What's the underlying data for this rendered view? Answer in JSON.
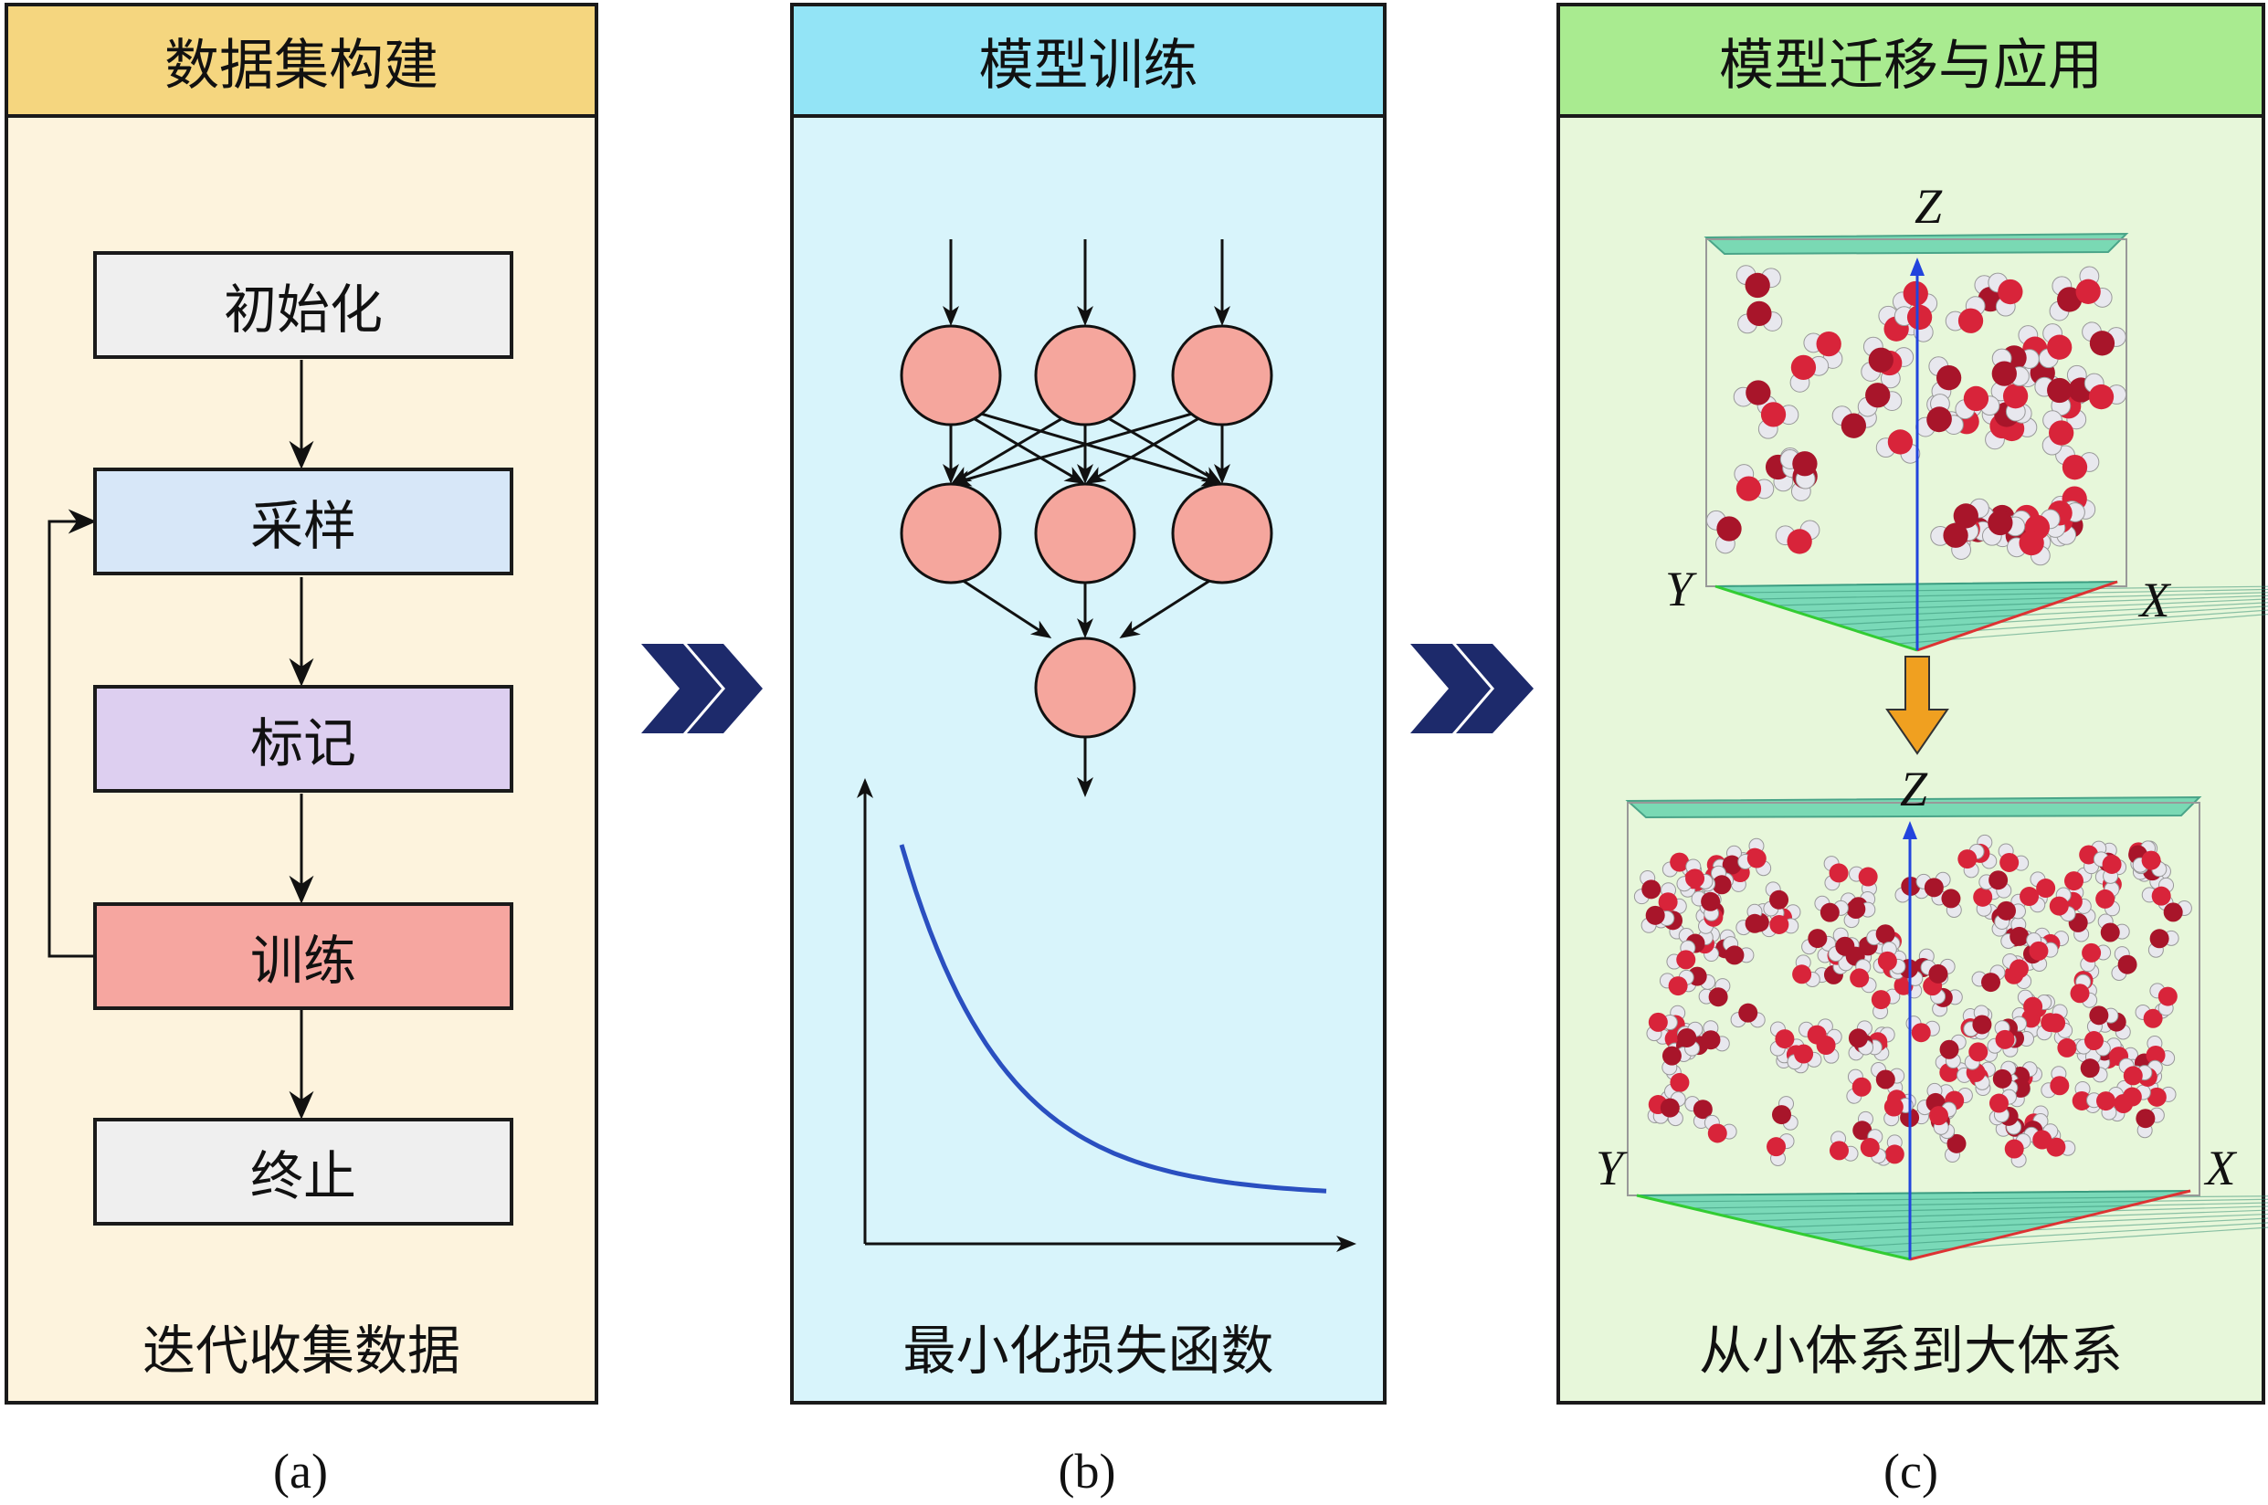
{
  "panel_a": {
    "title": "数据集构建",
    "steps": [
      "初始化",
      "采样",
      "标记",
      "训练",
      "终止"
    ],
    "footer": "迭代收集数据",
    "caption": "(a)"
  },
  "panel_b": {
    "title": "模型训练",
    "footer": "最小化损失函数",
    "caption": "(b)"
  },
  "panel_c": {
    "title": "模型迁移与应用",
    "footer": "从小体系到大体系",
    "caption": "(c)",
    "axes": {
      "z": "Z",
      "y": "Y",
      "x": "X"
    }
  },
  "colors": {
    "a_header": "#f5d67f",
    "a_body": "#fdf3dd",
    "b_header": "#93e4f6",
    "b_body": "#d8f4fb",
    "c_header": "#a9eb90",
    "c_body": "#e7f7da",
    "step_colors": [
      "#efefef",
      "#d7e7f8",
      "#ddcff0",
      "#f6a6a0",
      "#efefef"
    ],
    "node": "#f5a69d",
    "chevron": "#1d2a6b",
    "curve": "#2a4fc0"
  }
}
